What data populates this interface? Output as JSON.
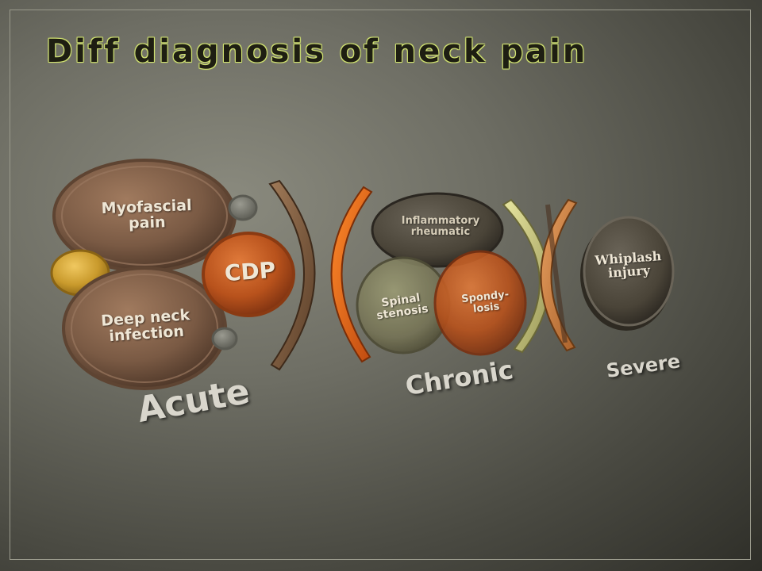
{
  "title": "Diff diagnosis of neck pain",
  "groups": {
    "acute": {
      "label": "Acute",
      "items": {
        "myofascial": "Myofascial pain",
        "deep_neck": "Deep neck infection",
        "cdp": "CDP"
      }
    },
    "chronic": {
      "label": "Chronic",
      "items": {
        "inflammatory": "Inflammatory rheumatic",
        "stenosis": "Spinal stenosis",
        "spondylosis": "Spondy-\nlosis"
      }
    },
    "severe": {
      "label": "Severe",
      "items": {
        "whiplash": "Whiplash injury"
      }
    }
  },
  "colors": {
    "brown": "#7a5a44",
    "orange": "#c0581e",
    "olive": "#7e7c56",
    "gold": "#c99a2c",
    "lime": "#c9c77a",
    "title": "#1e1e12"
  }
}
